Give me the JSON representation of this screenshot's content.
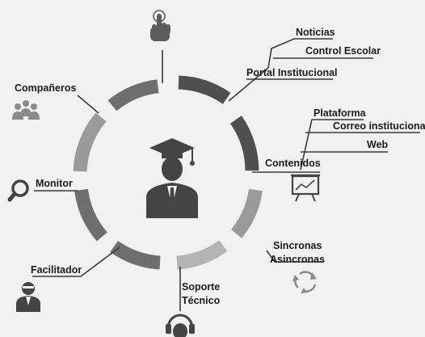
{
  "colors": {
    "background": "#f1f1f1",
    "ring_dark": "#4f4f4f",
    "ring_mid": "#6e6e6e",
    "ring_light": "#9a9a9a",
    "ring_lighter": "#b4b4b4",
    "icon_dark": "#444444",
    "icon_mid": "#5c5c5c",
    "icon_light": "#8a8a8a",
    "text": "#1c1c1c"
  },
  "center": {
    "icon": "graduate-icon"
  },
  "nodes": [
    {
      "id": "touch",
      "icon": "touch-hand-icon",
      "labels": []
    },
    {
      "id": "portal",
      "icon": null,
      "labels": [
        "Noticias",
        "Control Escolar",
        "Portal Institucional"
      ]
    },
    {
      "id": "contenidos",
      "icon": "presentation-board-icon",
      "labels": [
        "Plataforma",
        "Correo institucional",
        "Web",
        "Contenidos"
      ]
    },
    {
      "id": "sincronas",
      "icon": "cycle-arrows-icon",
      "labels": [
        "Sincronas",
        "Asincronas"
      ]
    },
    {
      "id": "soporte",
      "icon": "headset-icon",
      "labels": [
        "Soporte",
        "Técnico"
      ]
    },
    {
      "id": "facilitador",
      "icon": "instructor-icon",
      "labels": [
        "Facilitador"
      ]
    },
    {
      "id": "monitor",
      "icon": "magnifier-icon",
      "labels": [
        "Monitor"
      ]
    },
    {
      "id": "companeros",
      "icon": "group-icon",
      "labels": [
        "Compañeros"
      ]
    }
  ]
}
